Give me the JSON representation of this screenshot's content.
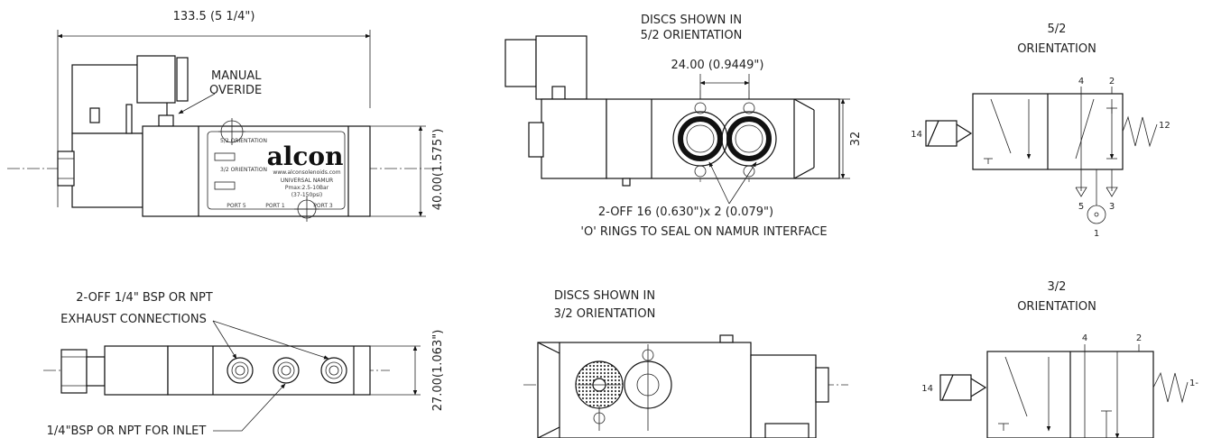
{
  "top_view": {
    "overall_length": "133.5 (5 1/4\")",
    "manual_override": [
      "MANUAL",
      "OVERIDE"
    ],
    "height_dim": "40.00(1.575\")"
  },
  "nameplate": {
    "brand": "alcon",
    "website": "www.alconsolenoids.com",
    "model": "UNIVERSAL NAMUR",
    "pressure": "Pmax:2.5-10Bar",
    "pressure_psi": "(37-150psi)",
    "port_5": "PORT 5",
    "port_1": "PORT 1",
    "port_3": "PORT 3",
    "mini_52": "5/2 ORIENTATION",
    "mini_32": "3/2 ORIENTATION"
  },
  "side_view_52": {
    "caption": [
      "DISCS SHOWN IN",
      "5/2 ORIENTATION"
    ],
    "pitch_dim": "24.00 (0.9449\")",
    "width_dim": "32",
    "oring_note": [
      "2-OFF 16 (0.630\")x 2 (0.079\")",
      "'O' RINGS TO SEAL ON NAMUR INTERFACE"
    ]
  },
  "bottom_view": {
    "exhaust_note": [
      "2-OFF 1/4\" BSP OR NPT",
      "EXHAUST CONNECTIONS"
    ],
    "inlet_note": "1/4\"BSP OR NPT FOR INLET",
    "height_dim": "27.00(1.063\")"
  },
  "side_view_32": {
    "caption": [
      "DISCS SHOWN IN",
      "3/2 ORIENTATION"
    ]
  },
  "schematic_52": {
    "title": [
      "5/2",
      "ORIENTATION"
    ],
    "port_14": "14",
    "port_12": "12",
    "port_4": "4",
    "port_2": "2",
    "port_5": "5",
    "port_3": "3",
    "port_1": "1"
  },
  "schematic_32": {
    "title": [
      "3/2",
      "ORIENTATION"
    ],
    "port_14": "14",
    "port_12": "1-",
    "port_4": "4",
    "port_2": "2"
  }
}
